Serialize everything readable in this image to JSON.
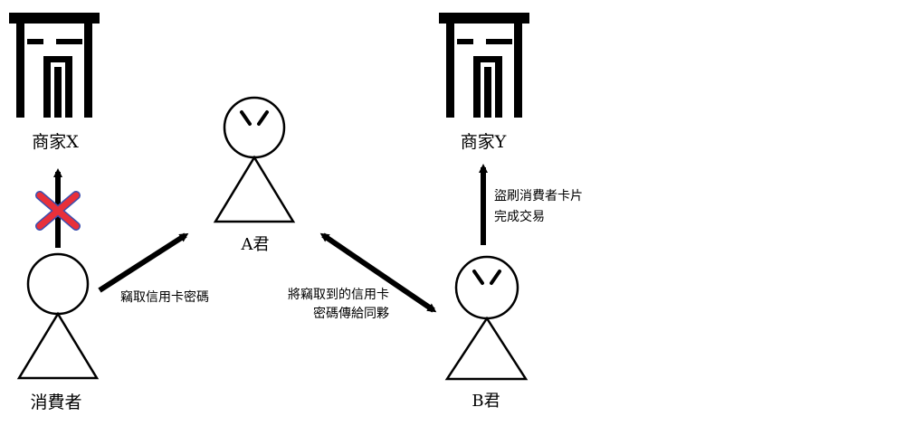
{
  "colors": {
    "ink": "#000000",
    "cross": "#e8303a",
    "cross_outline": "#3a4fb0",
    "background": "#ffffff"
  },
  "nodes": {
    "merchant_x": {
      "label": "商家X",
      "icon": "storefront-icon"
    },
    "merchant_y": {
      "label": "商家Y",
      "icon": "storefront-icon"
    },
    "person_a": {
      "label": "A君",
      "face": "angry-face-icon"
    },
    "person_b": {
      "label": "B君",
      "face": "angry-face-icon"
    },
    "consumer": {
      "label": "消費者",
      "face": "blank-face-icon"
    }
  },
  "edges": {
    "steal": {
      "label": "竊取信用卡密碼"
    },
    "share": {
      "line1": "將竊取到的信用卡",
      "line2": "密碼傳給同夥"
    },
    "fraud": {
      "line1": "盜刷消費者卡片",
      "line2": "完成交易"
    },
    "blocked": {
      "icon": "red-x-icon"
    }
  }
}
